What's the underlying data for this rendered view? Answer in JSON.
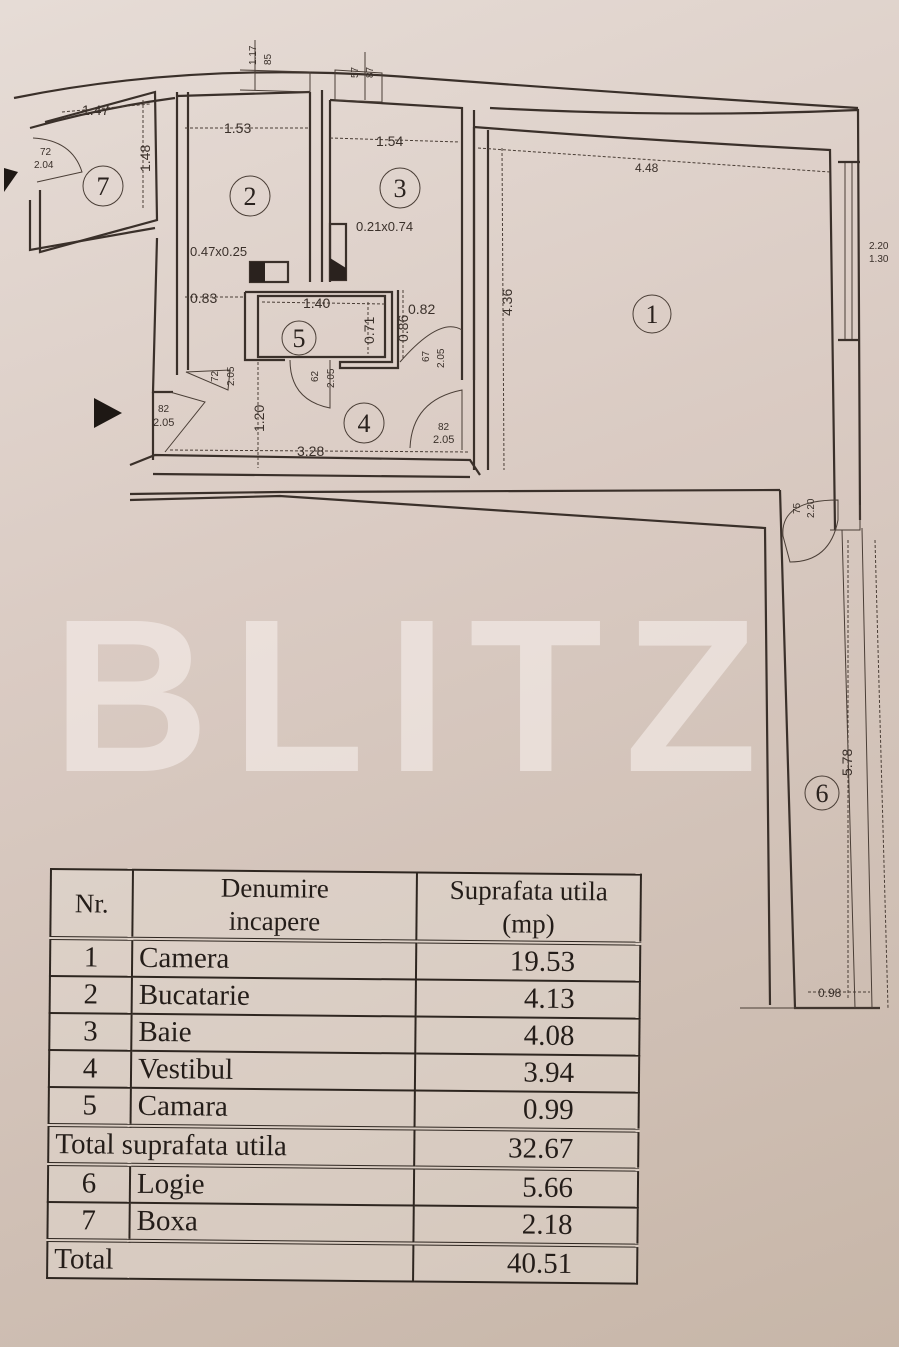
{
  "document": {
    "type": "Apartment floor plan with usable area table",
    "watermark": "BLITZ",
    "colors": {
      "paper": "#dacbc3",
      "ink": "#3a302a",
      "watermark": "#f5eeea"
    }
  },
  "plan": {
    "rooms": [
      {
        "number": "1",
        "label": "1"
      },
      {
        "number": "2",
        "label": "2"
      },
      {
        "number": "3",
        "label": "3"
      },
      {
        "number": "4",
        "label": "4"
      },
      {
        "number": "5",
        "label": "5"
      },
      {
        "number": "6",
        "label": "6"
      },
      {
        "number": "7",
        "label": "7"
      }
    ],
    "dimensions": {
      "boxa_width": "1.47",
      "boxa_depth": "1.48",
      "boxa_door_w": "72",
      "boxa_door_h": "2.04",
      "kitchen_width": "1.53",
      "kitchen_duct": "0.47x0.25",
      "kitchen_window_top": "1.17",
      "kitchen_window_bottom": "85",
      "bath_width": "1.54",
      "bath_duct": "0.21x0.74",
      "bath_window_top": "57",
      "bath_window_bottom": "87",
      "room_width": "4.48",
      "room_depth": "4.36",
      "room_window_top": "2.20",
      "room_window_bottom": "1.30",
      "hall_width_left": "0.83",
      "pantry_width": "1.40",
      "pantry_depth": "0.71",
      "hall_width_right_a": "0.86",
      "hall_width_right_b": "0.82",
      "kitchen_door_w": "72",
      "kitchen_door_h": "2.05",
      "pantry_door_w": "62",
      "pantry_door_h": "2.05",
      "bath_door_w": "67",
      "bath_door_h": "2.05",
      "entry_door_w": "82",
      "entry_door_h": "2.05",
      "room_door_w": "82",
      "room_door_h": "2.05",
      "hall_depth": "1.20",
      "hall_length": "3.28",
      "loggia_door_w": "75",
      "loggia_door_h": "2.20",
      "loggia_length": "5.78",
      "loggia_width": "0.98"
    }
  },
  "table": {
    "headers": {
      "nr": "Nr.",
      "name_line1": "Denumire",
      "name_line2": "incapere",
      "area_line1": "Suprafata utila",
      "area_line2": "(mp)"
    },
    "rows": [
      {
        "nr": "1",
        "name": "Camera",
        "area": "19.53"
      },
      {
        "nr": "2",
        "name": "Bucatarie",
        "area": "4.13"
      },
      {
        "nr": "3",
        "name": "Baie",
        "area": "4.08"
      },
      {
        "nr": "4",
        "name": "Vestibul",
        "area": "3.94"
      },
      {
        "nr": "5",
        "name": "Camara",
        "area": "0.99"
      }
    ],
    "subtotal": {
      "label": "Total suprafata utila",
      "area": "32.67"
    },
    "extra_rows": [
      {
        "nr": "6",
        "name": "Logie",
        "area": "5.66"
      },
      {
        "nr": "7",
        "name": "Boxa",
        "area": "2.18"
      }
    ],
    "total": {
      "label": "Total",
      "area": "40.51"
    }
  }
}
